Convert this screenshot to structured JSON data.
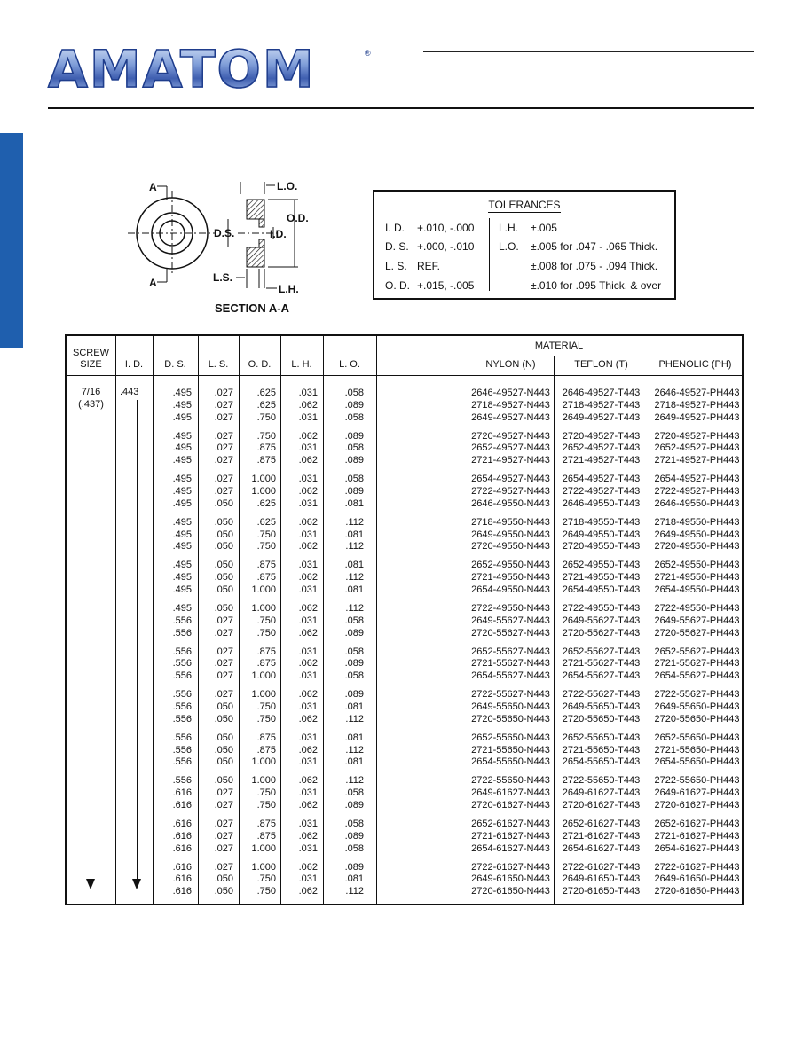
{
  "brand": {
    "name": "AMATOM",
    "registered": "®"
  },
  "diagram": {
    "labels": {
      "a_top": "A",
      "a_bottom": "A",
      "lo": "L.O.",
      "od": "O.D.",
      "ds": "D.S.",
      "id": "I.D.",
      "ls": "L.S.",
      "lh": "L.H.",
      "caption": "SECTION A-A"
    }
  },
  "tolerances": {
    "title": "TOLERANCES",
    "left": [
      {
        "label": "I. D.",
        "value": "+.010, -.000"
      },
      {
        "label": "D. S.",
        "value": "+.000, -.010"
      },
      {
        "label": "L. S.",
        "value": "REF."
      },
      {
        "label": "O. D.",
        "value": "+.015, -.005"
      }
    ],
    "right": [
      {
        "label": "L.H.",
        "value": "±.005"
      },
      {
        "label": "L.O.",
        "value": "±.005 for .047 - .065 Thick."
      },
      {
        "label": "",
        "value": "±.008 for .075 - .094 Thick."
      },
      {
        "label": "",
        "value": "±.010 for .095 Thick. & over"
      }
    ]
  },
  "table": {
    "headers": {
      "screw_size": "SCREW SIZE",
      "id": "I. D.",
      "ds": "D. S.",
      "ls": "L. S.",
      "od": "O. D.",
      "lh": "L. H.",
      "lo": "L. O.",
      "material": "MATERIAL",
      "nylon": "NYLON (N)",
      "teflon": "TEFLON (T)",
      "phenolic": "PHENOLIC (PH)"
    },
    "screw_size": {
      "line1": "7/16",
      "line2": "(.437)"
    },
    "id_value": ".443",
    "rows": [
      [
        ".495",
        ".027",
        ".625",
        ".031",
        ".058",
        "2646-49527-N443",
        "2646-49527-T443",
        "2646-49527-PH443"
      ],
      [
        ".495",
        ".027",
        ".625",
        ".062",
        ".089",
        "2718-49527-N443",
        "2718-49527-T443",
        "2718-49527-PH443"
      ],
      [
        ".495",
        ".027",
        ".750",
        ".031",
        ".058",
        "2649-49527-N443",
        "2649-49527-T443",
        "2649-49527-PH443"
      ],
      [
        ".495",
        ".027",
        ".750",
        ".062",
        ".089",
        "2720-49527-N443",
        "2720-49527-T443",
        "2720-49527-PH443"
      ],
      [
        ".495",
        ".027",
        ".875",
        ".031",
        ".058",
        "2652-49527-N443",
        "2652-49527-T443",
        "2652-49527-PH443"
      ],
      [
        ".495",
        ".027",
        ".875",
        ".062",
        ".089",
        "2721-49527-N443",
        "2721-49527-T443",
        "2721-49527-PH443"
      ],
      [
        ".495",
        ".027",
        "1.000",
        ".031",
        ".058",
        "2654-49527-N443",
        "2654-49527-T443",
        "2654-49527-PH443"
      ],
      [
        ".495",
        ".027",
        "1.000",
        ".062",
        ".089",
        "2722-49527-N443",
        "2722-49527-T443",
        "2722-49527-PH443"
      ],
      [
        ".495",
        ".050",
        ".625",
        ".031",
        ".081",
        "2646-49550-N443",
        "2646-49550-T443",
        "2646-49550-PH443"
      ],
      [
        ".495",
        ".050",
        ".625",
        ".062",
        ".112",
        "2718-49550-N443",
        "2718-49550-T443",
        "2718-49550-PH443"
      ],
      [
        ".495",
        ".050",
        ".750",
        ".031",
        ".081",
        "2649-49550-N443",
        "2649-49550-T443",
        "2649-49550-PH443"
      ],
      [
        ".495",
        ".050",
        ".750",
        ".062",
        ".112",
        "2720-49550-N443",
        "2720-49550-T443",
        "2720-49550-PH443"
      ],
      [
        ".495",
        ".050",
        ".875",
        ".031",
        ".081",
        "2652-49550-N443",
        "2652-49550-T443",
        "2652-49550-PH443"
      ],
      [
        ".495",
        ".050",
        ".875",
        ".062",
        ".112",
        "2721-49550-N443",
        "2721-49550-T443",
        "2721-49550-PH443"
      ],
      [
        ".495",
        ".050",
        "1.000",
        ".031",
        ".081",
        "2654-49550-N443",
        "2654-49550-T443",
        "2654-49550-PH443"
      ],
      [
        ".495",
        ".050",
        "1.000",
        ".062",
        ".112",
        "2722-49550-N443",
        "2722-49550-T443",
        "2722-49550-PH443"
      ],
      [
        ".556",
        ".027",
        ".750",
        ".031",
        ".058",
        "2649-55627-N443",
        "2649-55627-T443",
        "2649-55627-PH443"
      ],
      [
        ".556",
        ".027",
        ".750",
        ".062",
        ".089",
        "2720-55627-N443",
        "2720-55627-T443",
        "2720-55627-PH443"
      ],
      [
        ".556",
        ".027",
        ".875",
        ".031",
        ".058",
        "2652-55627-N443",
        "2652-55627-T443",
        "2652-55627-PH443"
      ],
      [
        ".556",
        ".027",
        ".875",
        ".062",
        ".089",
        "2721-55627-N443",
        "2721-55627-T443",
        "2721-55627-PH443"
      ],
      [
        ".556",
        ".027",
        "1.000",
        ".031",
        ".058",
        "2654-55627-N443",
        "2654-55627-T443",
        "2654-55627-PH443"
      ],
      [
        ".556",
        ".027",
        "1.000",
        ".062",
        ".089",
        "2722-55627-N443",
        "2722-55627-T443",
        "2722-55627-PH443"
      ],
      [
        ".556",
        ".050",
        ".750",
        ".031",
        ".081",
        "2649-55650-N443",
        "2649-55650-T443",
        "2649-55650-PH443"
      ],
      [
        ".556",
        ".050",
        ".750",
        ".062",
        ".112",
        "2720-55650-N443",
        "2720-55650-T443",
        "2720-55650-PH443"
      ],
      [
        ".556",
        ".050",
        ".875",
        ".031",
        ".081",
        "2652-55650-N443",
        "2652-55650-T443",
        "2652-55650-PH443"
      ],
      [
        ".556",
        ".050",
        ".875",
        ".062",
        ".112",
        "2721-55650-N443",
        "2721-55650-T443",
        "2721-55650-PH443"
      ],
      [
        ".556",
        ".050",
        "1.000",
        ".031",
        ".081",
        "2654-55650-N443",
        "2654-55650-T443",
        "2654-55650-PH443"
      ],
      [
        ".556",
        ".050",
        "1.000",
        ".062",
        ".112",
        "2722-55650-N443",
        "2722-55650-T443",
        "2722-55650-PH443"
      ],
      [
        ".616",
        ".027",
        ".750",
        ".031",
        ".058",
        "2649-61627-N443",
        "2649-61627-T443",
        "2649-61627-PH443"
      ],
      [
        ".616",
        ".027",
        ".750",
        ".062",
        ".089",
        "2720-61627-N443",
        "2720-61627-T443",
        "2720-61627-PH443"
      ],
      [
        ".616",
        ".027",
        ".875",
        ".031",
        ".058",
        "2652-61627-N443",
        "2652-61627-T443",
        "2652-61627-PH443"
      ],
      [
        ".616",
        ".027",
        ".875",
        ".062",
        ".089",
        "2721-61627-N443",
        "2721-61627-T443",
        "2721-61627-PH443"
      ],
      [
        ".616",
        ".027",
        "1.000",
        ".031",
        ".058",
        "2654-61627-N443",
        "2654-61627-T443",
        "2654-61627-PH443"
      ],
      [
        ".616",
        ".027",
        "1.000",
        ".062",
        ".089",
        "2722-61627-N443",
        "2722-61627-T443",
        "2722-61627-PH443"
      ],
      [
        ".616",
        ".050",
        ".750",
        ".031",
        ".081",
        "2649-61650-N443",
        "2649-61650-T443",
        "2649-61650-PH443"
      ],
      [
        ".616",
        ".050",
        ".750",
        ".062",
        ".112",
        "2720-61650-N443",
        "2720-61650-T443",
        "2720-61650-PH443"
      ]
    ]
  }
}
